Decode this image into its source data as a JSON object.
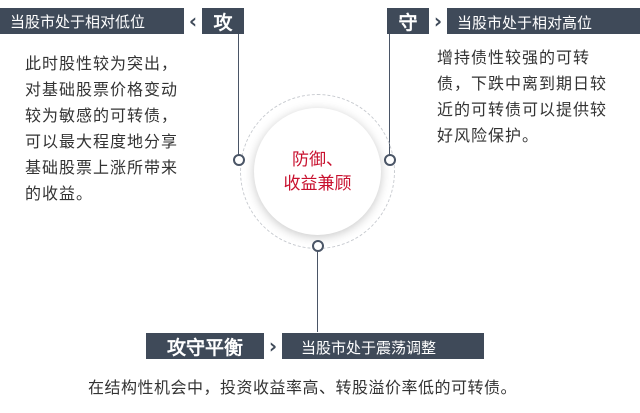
{
  "left": {
    "bar_text": "当股市处于相对低位",
    "tag": "攻",
    "paragraph_lines": [
      "此时股性较为突出，",
      "对基础股票价格变动",
      "较为敏感的可转债，",
      "可以最大程度地分享",
      "基础股票上涨所带来",
      "的收益。"
    ]
  },
  "right": {
    "bar_text": "当股市处于相对高位",
    "tag": "守",
    "paragraph_lines": [
      "增持债性较强的可转",
      "债，下跌中离到期日较",
      "近的可转债可以提供较",
      "好风险保护。"
    ]
  },
  "center": {
    "lines": [
      "防御、",
      "收益兼顾"
    ]
  },
  "bottom": {
    "tag": "攻守平衡",
    "bar_text": "当股市处于震荡调整",
    "paragraph": "在结构性机会中，投资收益率高、转股溢价率低的可转债。"
  },
  "colors": {
    "bar": "#3f4a59",
    "center_text": "#c8102e",
    "line": "#4a5566"
  }
}
